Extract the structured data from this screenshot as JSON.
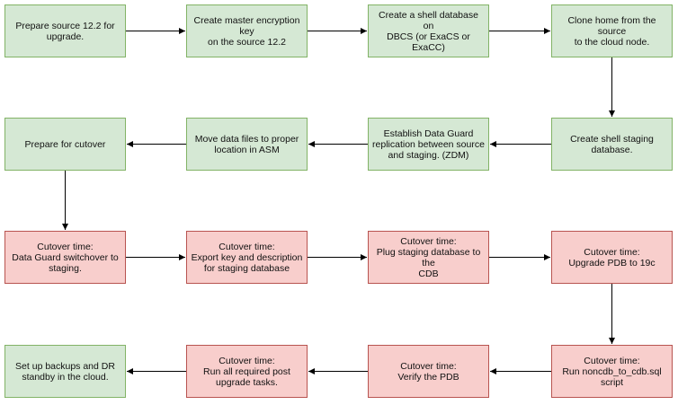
{
  "colors": {
    "green_fill": "#d5e8d4",
    "green_stroke": "#82b366",
    "red_fill": "#f8cecc",
    "red_stroke": "#b85450",
    "edge": "#000000"
  },
  "steps": [
    {
      "id": "s1",
      "color": "green",
      "text": "Prepare source 12.2 for\nupgrade."
    },
    {
      "id": "s2",
      "color": "green",
      "text": "Create master encryption key\non the source 12.2"
    },
    {
      "id": "s3",
      "color": "green",
      "text": "Create a shell database on\nDBCS (or ExaCS or ExaCC)"
    },
    {
      "id": "s4",
      "color": "green",
      "text": "Clone home from the source\nto the cloud node."
    },
    {
      "id": "s5",
      "color": "green",
      "text": "Create shell staging\ndatabase."
    },
    {
      "id": "s6",
      "color": "green",
      "text": "Establish Data Guard\nreplication between source\nand staging. (ZDM)"
    },
    {
      "id": "s7",
      "color": "green",
      "text": "Move data files to proper\nlocation in ASM"
    },
    {
      "id": "s8",
      "color": "green",
      "text": "Prepare for cutover"
    },
    {
      "id": "s9",
      "color": "red",
      "text": "Cutover time:\nData Guard switchover to\nstaging."
    },
    {
      "id": "s10",
      "color": "red",
      "text": "Cutover time:\nExport key and description\nfor staging database"
    },
    {
      "id": "s11",
      "color": "red",
      "text": "Cutover time:\nPlug staging database to the\nCDB"
    },
    {
      "id": "s12",
      "color": "red",
      "text": "Cutover time:\nUpgrade PDB to 19c"
    },
    {
      "id": "s13",
      "color": "red",
      "text": "Cutover time:\nRun noncdb_to_cdb.sql\nscript"
    },
    {
      "id": "s14",
      "color": "red",
      "text": "Cutover time:\nVerify the PDB"
    },
    {
      "id": "s15",
      "color": "red",
      "text": "Cutover time:\nRun all required post\nupgrade tasks."
    },
    {
      "id": "s16",
      "color": "green",
      "text": "Set up backups and DR\nstandby in the cloud."
    }
  ],
  "edges": [
    [
      "s1",
      "s2"
    ],
    [
      "s2",
      "s3"
    ],
    [
      "s3",
      "s4"
    ],
    [
      "s4",
      "s5"
    ],
    [
      "s5",
      "s6"
    ],
    [
      "s6",
      "s7"
    ],
    [
      "s7",
      "s8"
    ],
    [
      "s8",
      "s9"
    ],
    [
      "s9",
      "s10"
    ],
    [
      "s10",
      "s11"
    ],
    [
      "s11",
      "s12"
    ],
    [
      "s12",
      "s13"
    ],
    [
      "s13",
      "s14"
    ],
    [
      "s14",
      "s15"
    ],
    [
      "s15",
      "s16"
    ]
  ]
}
